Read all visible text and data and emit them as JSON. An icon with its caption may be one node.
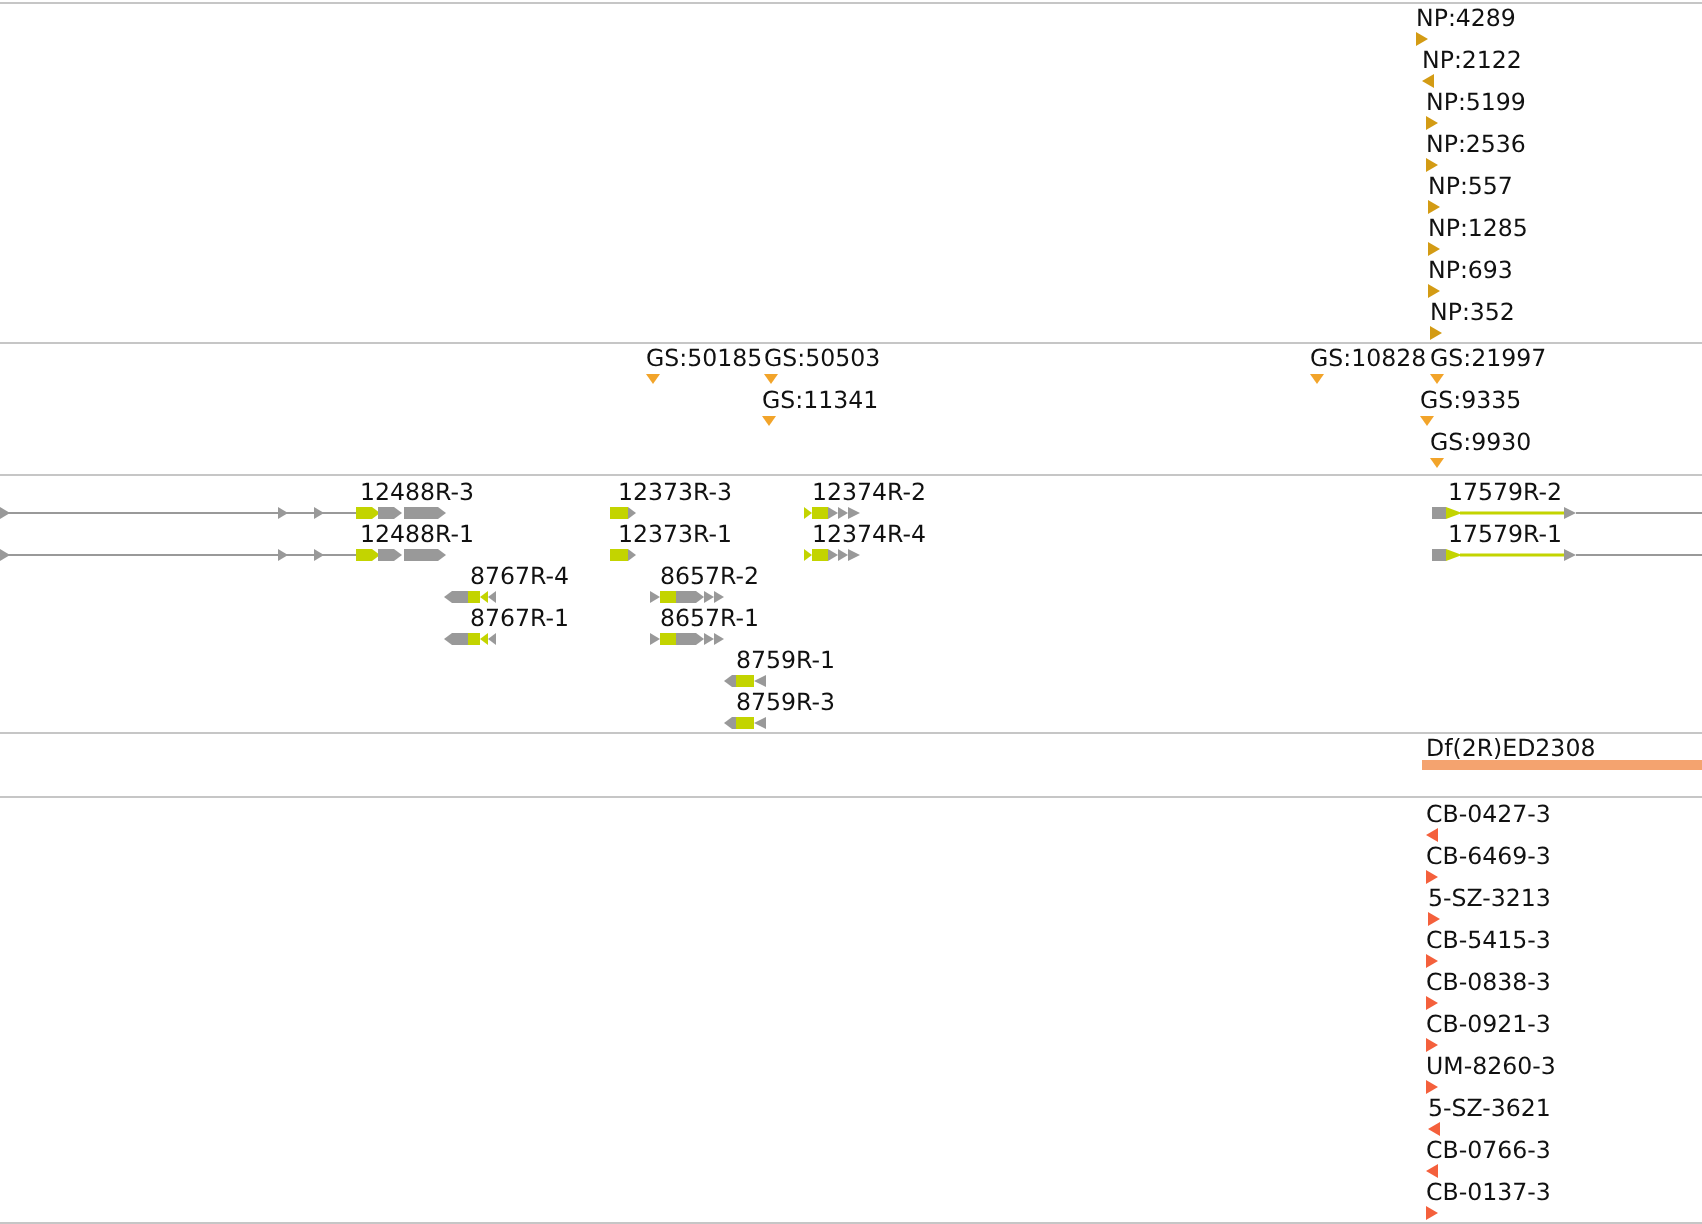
{
  "diagram": {
    "labels": [
      "NP:4289",
      "NP:2122",
      "NP:5199",
      "NP:2536",
      "NP:557",
      "NP:1285",
      "NP:693",
      "NP:352",
      "GS:50185",
      "GS:50503",
      "GS:10828",
      "GS:21997",
      "GS:11341",
      "GS:9335",
      "GS:9930",
      "12488R-3",
      "12373R-3",
      "12374R-2",
      "17579R-2",
      "12488R-1",
      "12373R-1",
      "12374R-4",
      "17579R-1",
      "8767R-4",
      "8657R-2",
      "8767R-1",
      "8657R-1",
      "8759R-1",
      "8759R-3",
      "Df(2R)ED2308",
      "CB-0427-3",
      "CB-6469-3",
      "5-SZ-3213",
      "CB-5415-3",
      "CB-0838-3",
      "CB-0921-3",
      "UM-8260-3",
      "5-SZ-3621",
      "CB-0766-3",
      "CB-0137-3"
    ]
  }
}
